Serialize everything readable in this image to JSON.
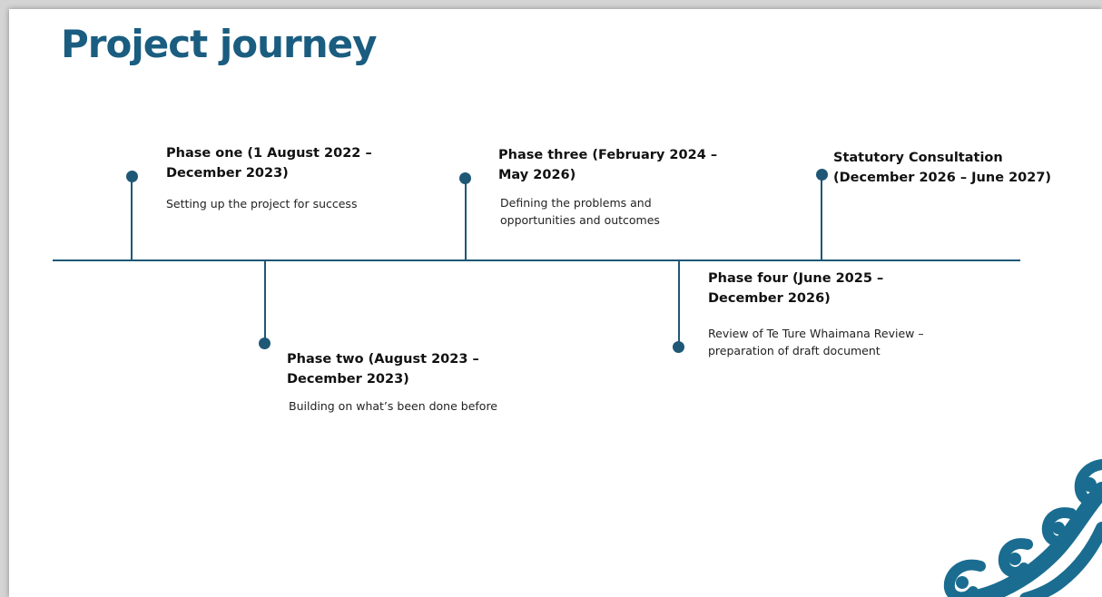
{
  "slide": {
    "title": "Project journey"
  },
  "phases": [
    {
      "title": "Phase one (1 August 2022 – December 2023)",
      "title_lines": [
        "Phase one (1 August 2022 –",
        "December 2023)"
      ],
      "description": "Setting up the project for success",
      "description_lines": [
        "Setting up the project for success"
      ],
      "position": "above"
    },
    {
      "title": "Phase two (August 2023 – December 2023)",
      "title_lines": [
        "Phase two (August 2023 –",
        "December 2023)"
      ],
      "description": "Building on what’s been done before",
      "description_lines": [
        "Building on what’s been done before"
      ],
      "position": "below"
    },
    {
      "title": "Phase three (February 2024 – May 2026)",
      "title_lines": [
        "Phase three (February 2024 –",
        "May 2026)"
      ],
      "description": "Defining the problems and opportunities and outcomes",
      "description_lines": [
        "Defining the problems and",
        "opportunities and outcomes"
      ],
      "position": "above"
    },
    {
      "title": "Phase four (June 2025 – December 2026)",
      "title_lines": [
        "Phase four (June 2025 –",
        "December 2026)"
      ],
      "description": "Review of Te Ture Whaimana Review – preparation of draft document",
      "description_lines": [
        "Review of Te Ture Whaimana Review –",
        "preparation of draft document"
      ],
      "position": "below"
    },
    {
      "title": "Statutory Consultation (December 2026 – June 2027)",
      "title_lines": [
        "Statutory Consultation",
        "(December 2026 – June 2027)"
      ],
      "description": "",
      "description_lines": [],
      "position": "above"
    }
  ],
  "colors": {
    "title": "#1a5d80",
    "timeline": "#1f5876",
    "koru": "#1a6d90"
  },
  "icons": {
    "decoration": "koru-icon"
  }
}
